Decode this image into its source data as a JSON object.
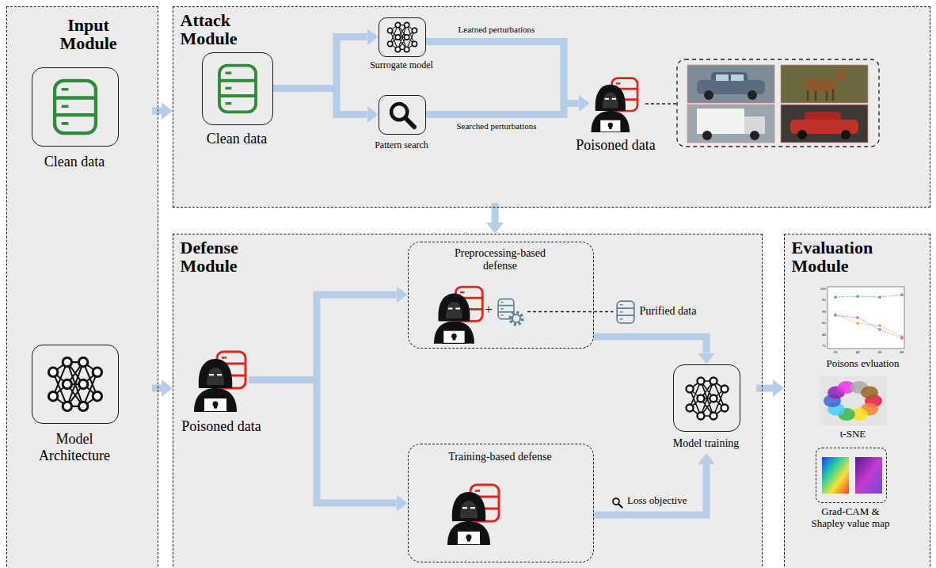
{
  "diagram": {
    "nodes": [
      {
        "text": [
          "Input Module"
        ]
      },
      {
        "text": [
          "Clean data"
        ],
        "in": 0
      },
      {
        "text": [
          "Model Architecture"
        ],
        "in": 0
      },
      {
        "text": [
          "Attack Module"
        ]
      },
      {
        "text": [
          "Clean data"
        ],
        "in": 3
      },
      {
        "text": [
          "Surrogate model"
        ],
        "in": 3
      },
      {
        "text": [
          "Pattern search"
        ],
        "in": 3
      },
      {
        "text": [
          "Poisoned data"
        ],
        "in": 3
      },
      {
        "text": [
          "Defense Module"
        ]
      },
      {
        "text": [
          "Poisoned data"
        ],
        "in": 8
      },
      {
        "text": [
          "Preprocessing-based defense"
        ],
        "in": 8
      },
      {
        "text": [
          "Purified data"
        ],
        "in": 8
      },
      {
        "text": [
          "Training-based defense"
        ],
        "in": 8
      },
      {
        "text": [
          "Model training"
        ],
        "in": 8
      },
      {
        "text": [
          "Evaluation Module"
        ]
      },
      {
        "text": [
          "Poisons evluation"
        ],
        "in": 14
      },
      {
        "text": [
          "t-SNE"
        ],
        "in": 14
      },
      {
        "text": [
          "Grad-CAM & Shapley value map"
        ],
        "in": 14
      }
    ],
    "edges": [
      {
        "from": 0,
        "to": 3,
        "arrow": "to"
      },
      {
        "from": 0,
        "to": 8,
        "arrow": "to"
      },
      {
        "from": 3,
        "to": 8,
        "arrow": "to"
      },
      {
        "from": 4,
        "to": 5,
        "arrow": "to"
      },
      {
        "from": 4,
        "to": 6,
        "arrow": "to"
      },
      {
        "from": 5,
        "to": 7,
        "label": "Learned perturbations",
        "arrow": "to"
      },
      {
        "from": 6,
        "to": 7,
        "label": "Searched perturbations",
        "arrow": "to"
      },
      {
        "from": 9,
        "to": 10,
        "arrow": "to"
      },
      {
        "from": 9,
        "to": 12,
        "arrow": "to"
      },
      {
        "from": 10,
        "to": 11,
        "arrow": "none"
      },
      {
        "from": 10,
        "to": 13,
        "arrow": "to"
      },
      {
        "from": 12,
        "to": 13,
        "label": "Loss objective",
        "arrow": "to"
      },
      {
        "from": 8,
        "to": 14,
        "arrow": "to"
      }
    ],
    "labels": [
      "+",
      "100",
      "95",
      "90",
      "85",
      "80",
      "75",
      "20",
      "40",
      "60",
      "80"
    ]
  }
}
